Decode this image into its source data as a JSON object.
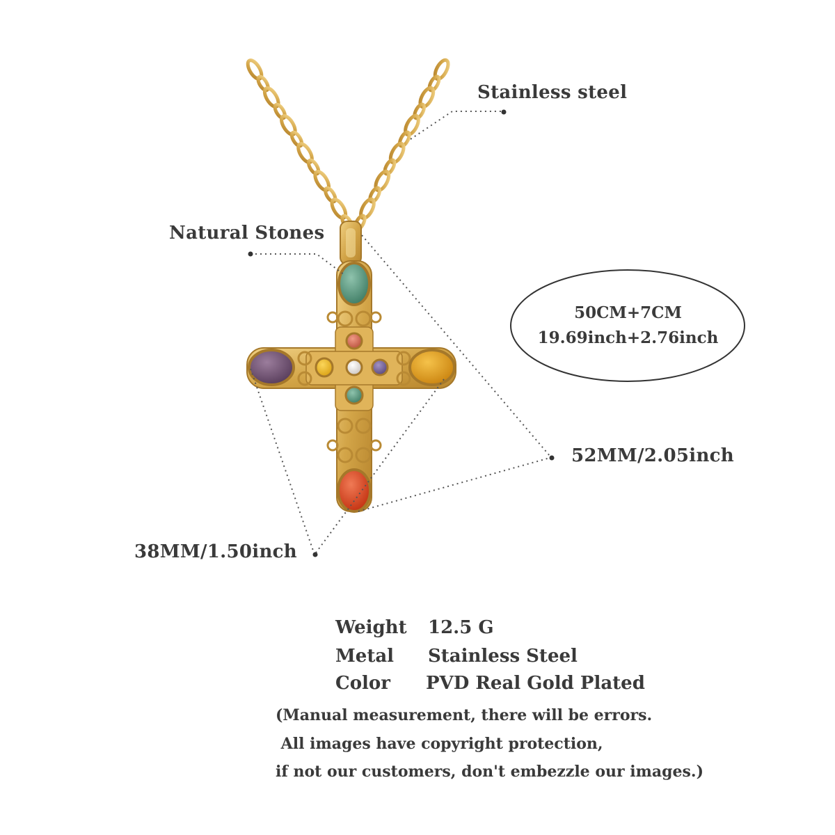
{
  "annotations": {
    "chain_material": "Stainless steel",
    "stones": "Natural Stones",
    "length_line1": "50CM+7CM",
    "length_line2": "19.69inch+2.76inch",
    "height": "52MM/2.05inch",
    "width": "38MM/1.50inch"
  },
  "specs": [
    {
      "key": "Weight",
      "value": "12.5 G"
    },
    {
      "key": "Metal",
      "value": "Stainless Steel"
    },
    {
      "key": "Color",
      "value": "PVD Real Gold Plated"
    }
  ],
  "notes": [
    "(Manual measurement, there will be errors.",
    " All images have copyright protection,",
    "if not our customers, don't embezzle our images.)"
  ],
  "colors": {
    "gold": "#c99a3c",
    "gold_light": "#e8c470",
    "stone_green": "#4f8f78",
    "stone_purple": "#6b4e6e",
    "stone_amber": "#d99a1c",
    "stone_red": "#d9421e",
    "stone_coral": "#c9604a",
    "stone_pearl": "#e9e4df",
    "stone_violet": "#6d5a8e"
  }
}
